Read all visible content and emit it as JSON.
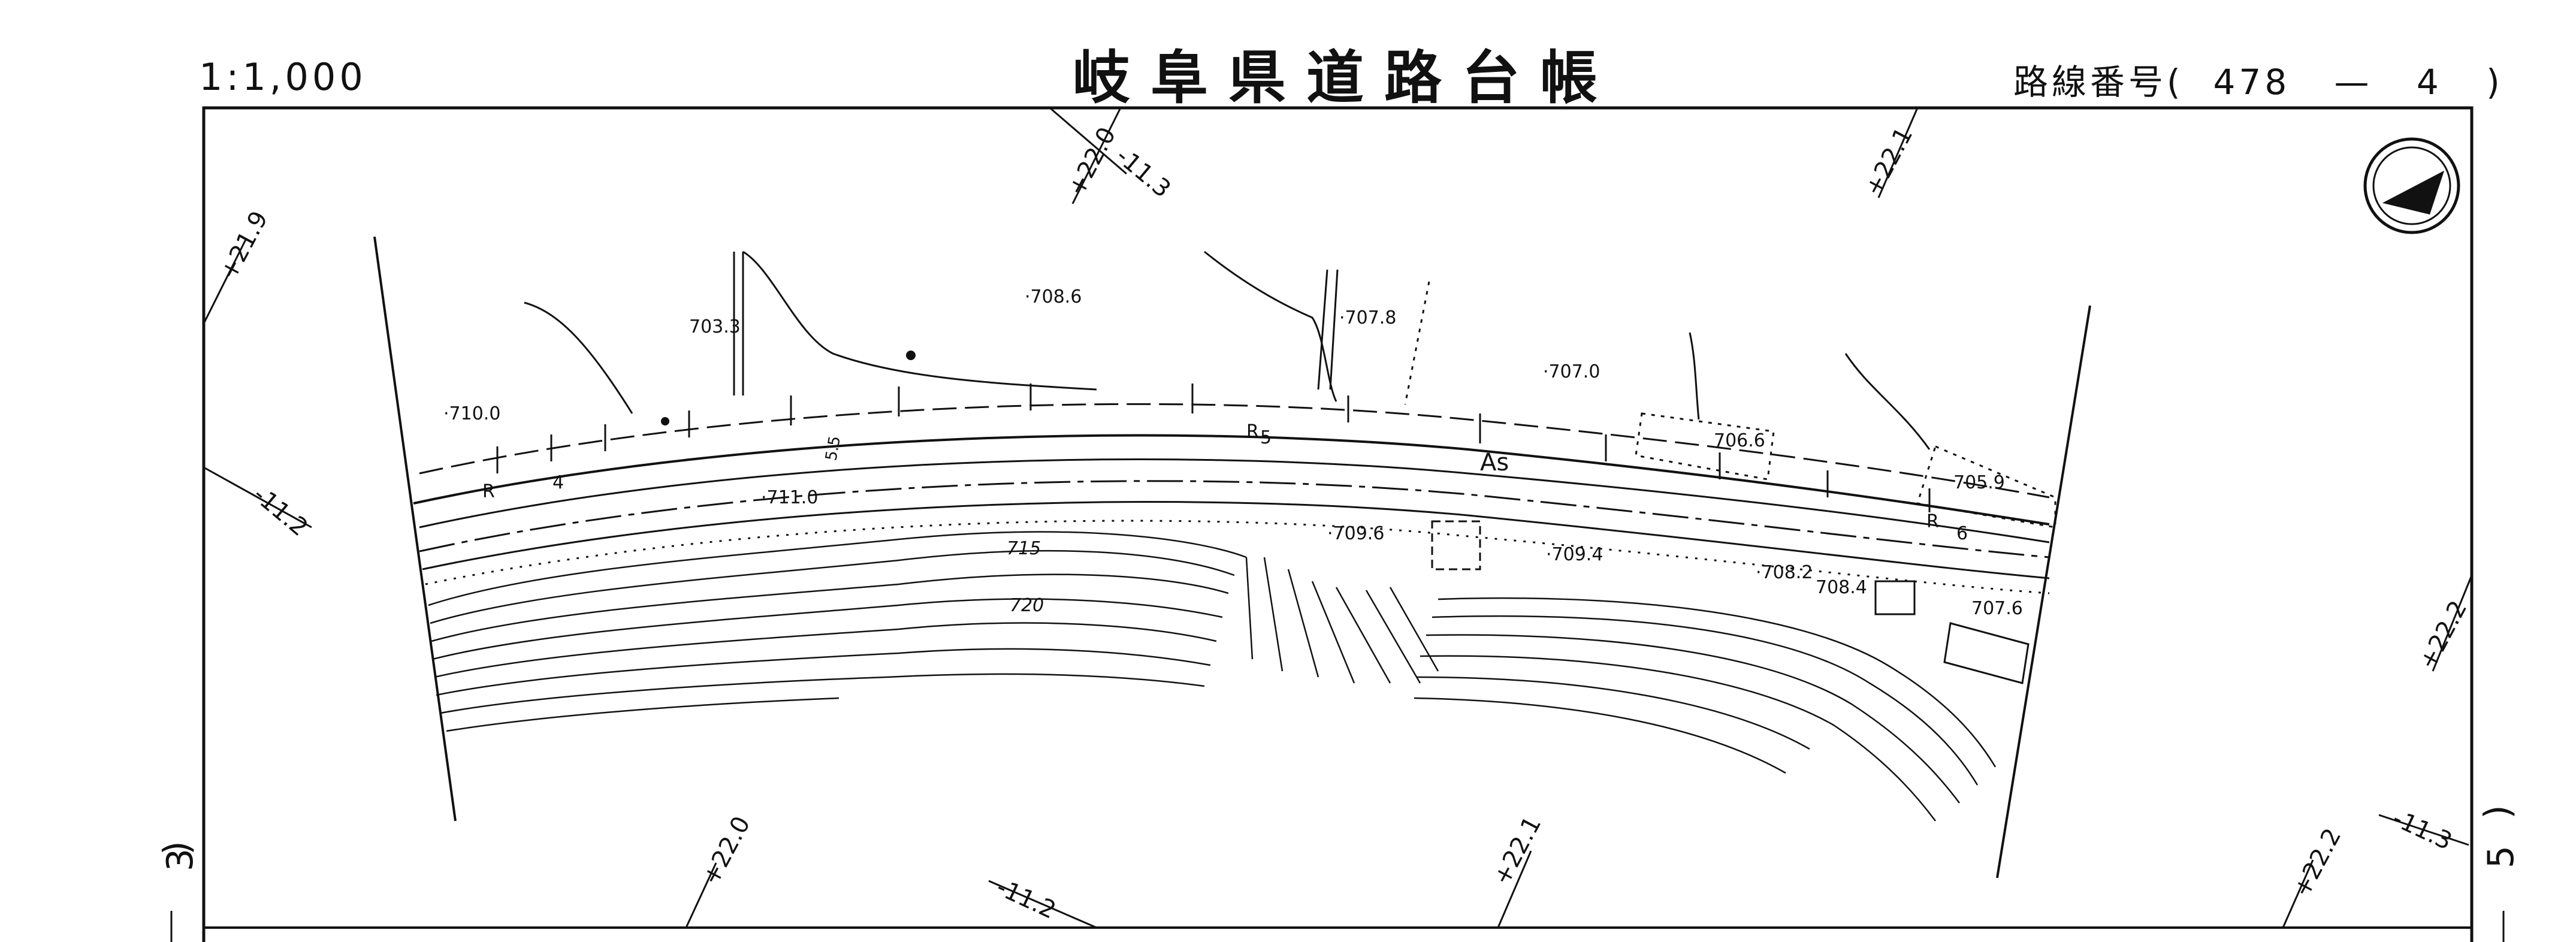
{
  "header": {
    "scale": "1:1,000",
    "title": "岐阜県道路台帳",
    "route_label": "路線番号",
    "route_number": "478",
    "route_section": "4"
  },
  "side_refs": {
    "left": "3",
    "right": "5"
  },
  "grid_labels": {
    "top_a": "+22.0",
    "top_b": "-11.3",
    "top_c": "+22.1",
    "left_a": "+21.9",
    "left_b": "-11.2",
    "right_a": "+22.2",
    "bottom_a": "+22.0",
    "bottom_b": "-11.2",
    "bottom_c": "+22.1",
    "bottom_d": "+22.2",
    "bottom_e": "-11.3"
  },
  "elevations": {
    "e1": "708.6",
    "e2": "707.8",
    "e3": "703.3",
    "e4": "707.0",
    "e5": "710.0",
    "e6": "706.6",
    "e7": "705.9",
    "e8": "711.0",
    "e9": "709.6",
    "e10": "709.4",
    "e11": "708.2",
    "e12": "708.4",
    "e13": "707.6"
  },
  "contours": {
    "c715": "715",
    "c720": "720"
  },
  "road_marks": {
    "surface": "As",
    "r4": "R",
    "n4": "4",
    "r5": "R",
    "n5": "5",
    "r6": "R",
    "n6": "6",
    "width": "5.5"
  },
  "north_arrow": "north-arrow-icon"
}
